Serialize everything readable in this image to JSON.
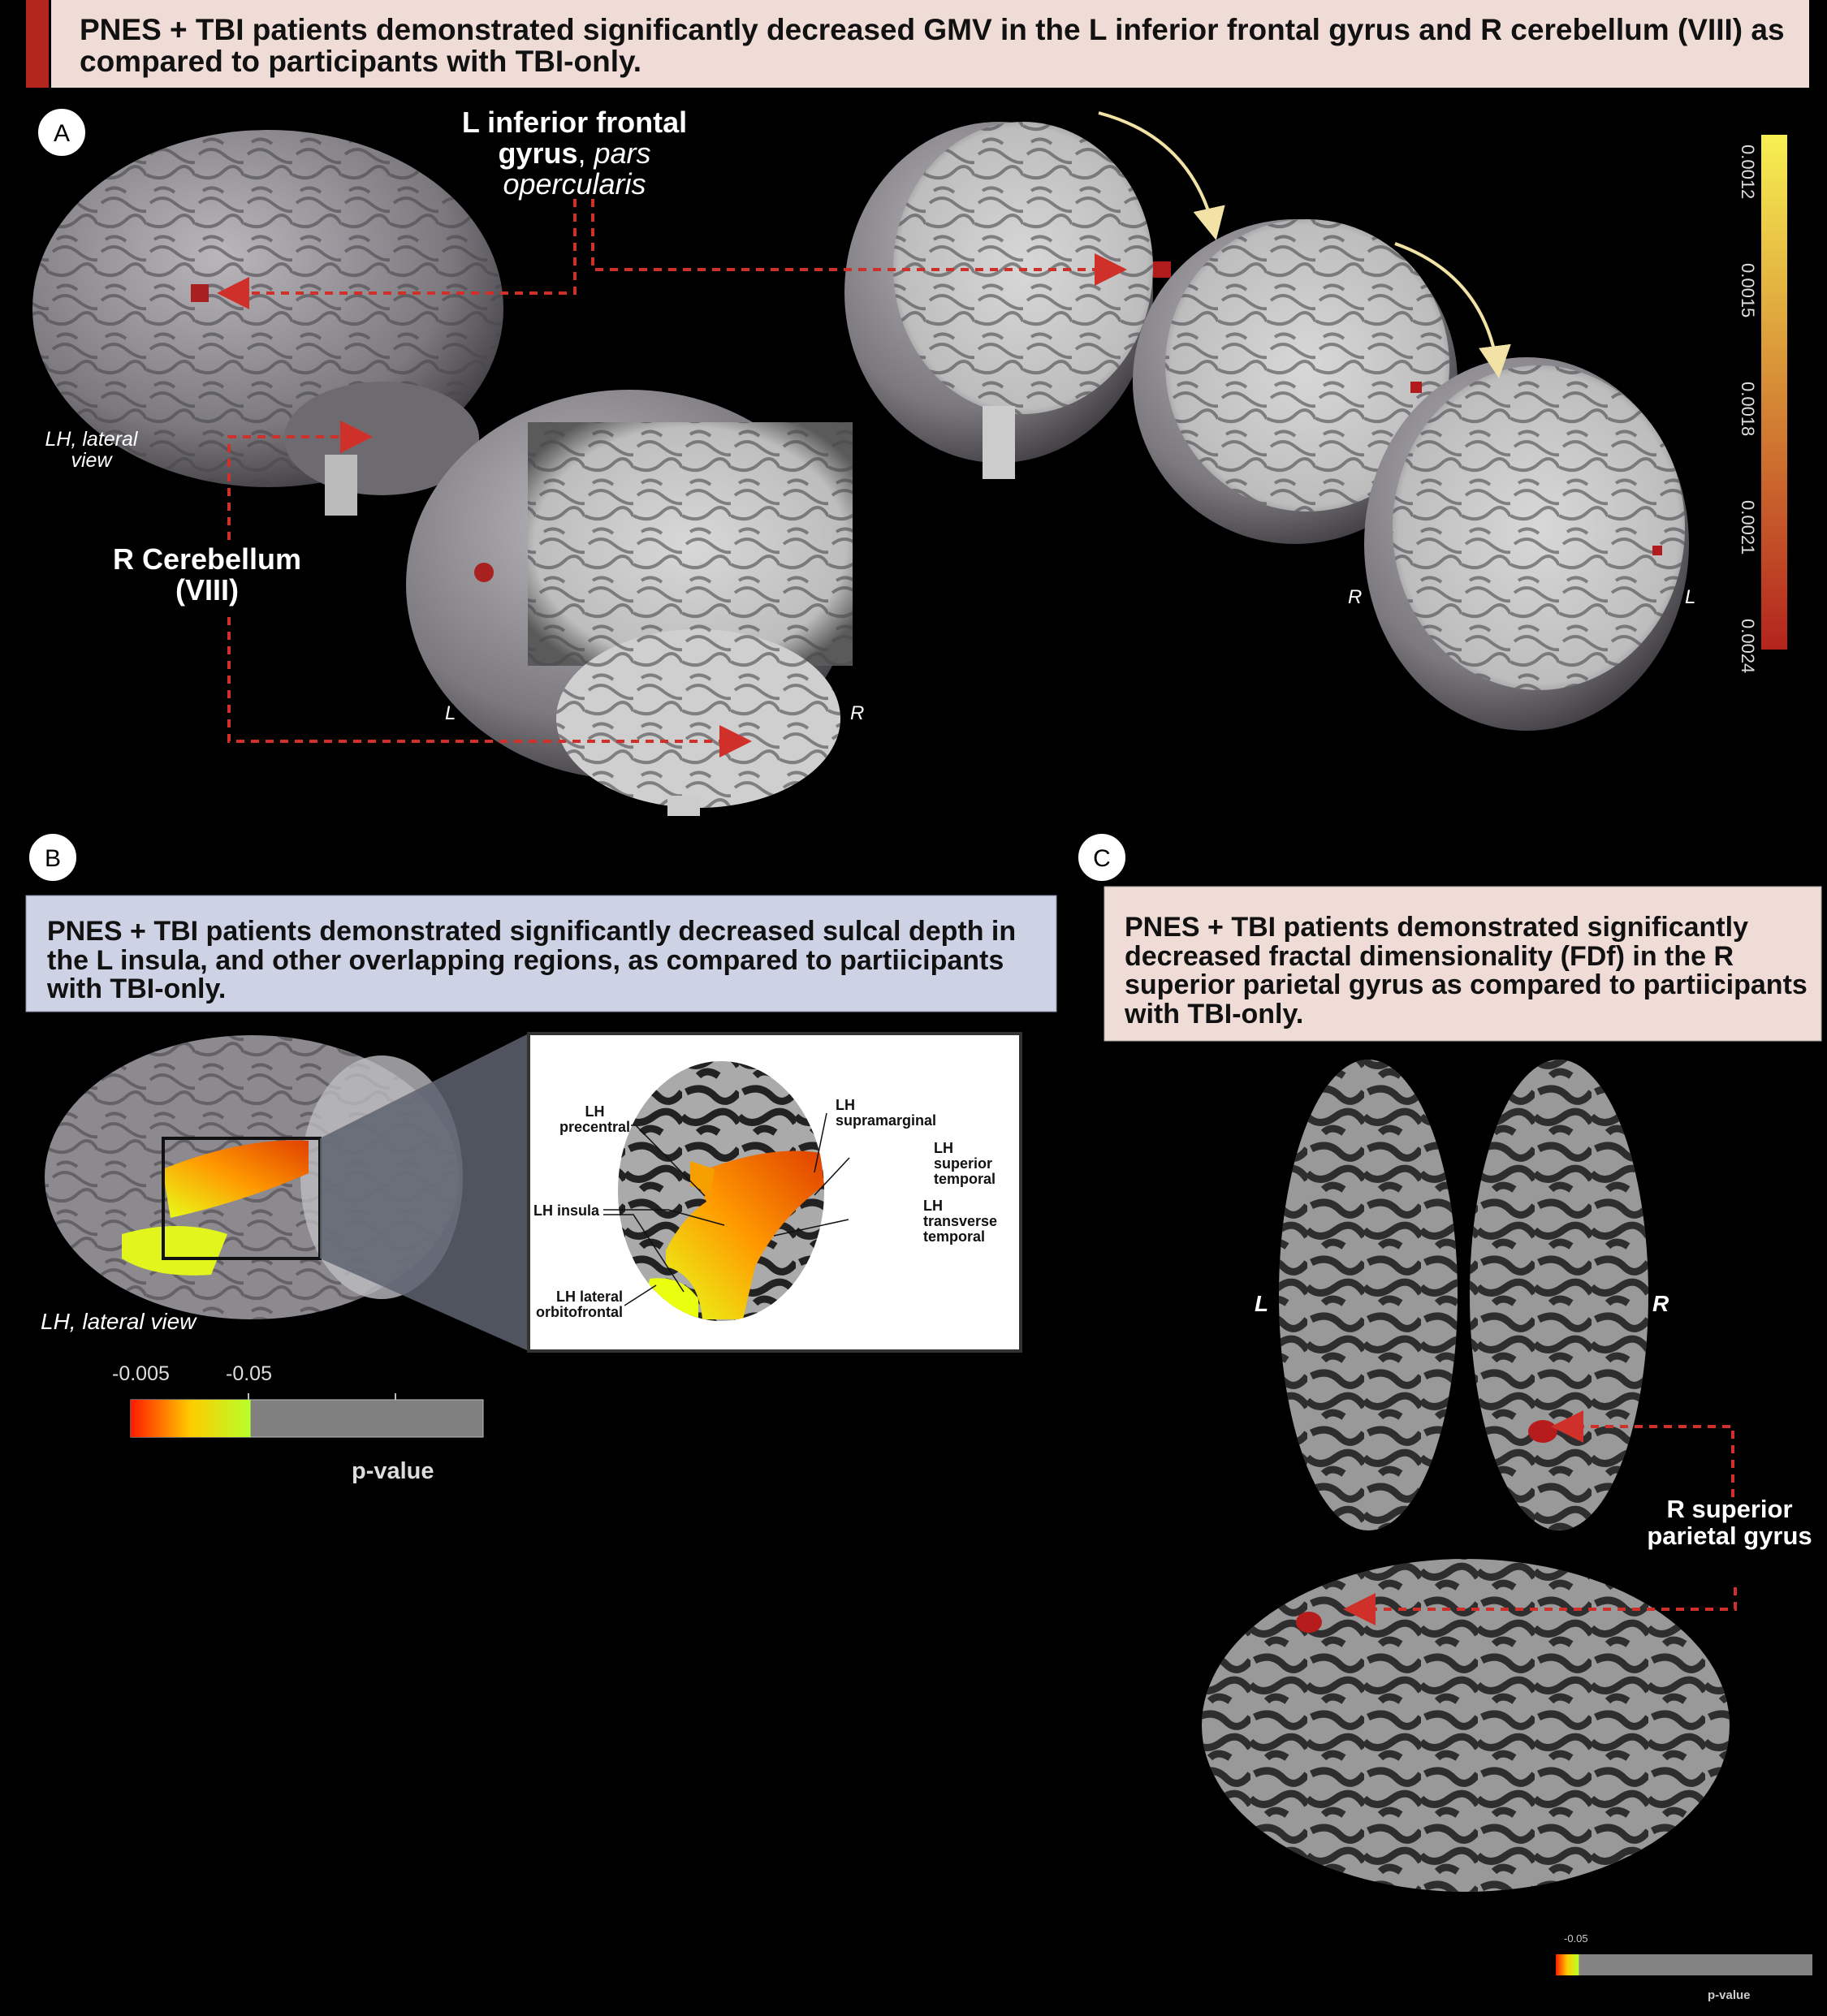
{
  "header": {
    "text": "PNES + TBI patients demonstrated significantly decreased GMV in the L inferior frontal gyrus and R cerebellum (VIII) as compared to participants with TBI-only."
  },
  "panel_a": {
    "label": "A",
    "region1_bold": "L inferior frontal gyrus",
    "region1_rest": ", pars opercularis",
    "region1_comma": ",",
    "region1_ital1": "pars",
    "region1_ital2": "opercularis",
    "region1_line1": "L inferior frontal",
    "region1_line2": "gyrus",
    "region2": "R Cerebellum",
    "region2_line2": "(VIII)",
    "view_label_1": "LH, lateral",
    "view_label_2": "view",
    "orient_l": "L",
    "orient_r": "R",
    "coronal_r": "R",
    "coronal_l": "L",
    "colorbar_ticks": [
      "0.0012",
      "0.0015",
      "0.0018",
      "0.0021",
      "0.0024"
    ],
    "colorbar_colors": [
      "#f7f051",
      "#c62a1f"
    ]
  },
  "panel_b": {
    "label": "B",
    "header": "PNES + TBI patients demonstrated significantly decreased sulcal depth in the L insula, and other overlapping regions, as compared to partiicipants with TBI-only.",
    "view_label": "LH, lateral view",
    "inset_labels": {
      "precentral": [
        "LH",
        "precentral"
      ],
      "supramarginal": [
        "LH",
        "supramarginal"
      ],
      "superior_temporal": [
        "LH",
        "superior",
        "temporal"
      ],
      "insula": "LH insula",
      "transverse_temporal": [
        "LH",
        "transverse",
        "temporal"
      ],
      "lateral_orbitofrontal": [
        "LH lateral",
        "orbitofrontal"
      ]
    },
    "colorbar": {
      "ticks": [
        "-0.005",
        "-0.05"
      ],
      "title": "p-value",
      "colored_fraction": 0.34
    }
  },
  "panel_c": {
    "label": "C",
    "header": "PNES + TBI patients demonstrated significantly decreased fractal dimensionality (FDf) in the R superior parietal gyrus as compared to partiicipants with TBI-only.",
    "orient_l": "L",
    "orient_r": "R",
    "region_line1": "R superior",
    "region_line2": "parietal gyrus",
    "colorbar": {
      "ticks": [
        "-0.05"
      ],
      "title": "p-value",
      "colored_fraction": 0.09
    }
  }
}
